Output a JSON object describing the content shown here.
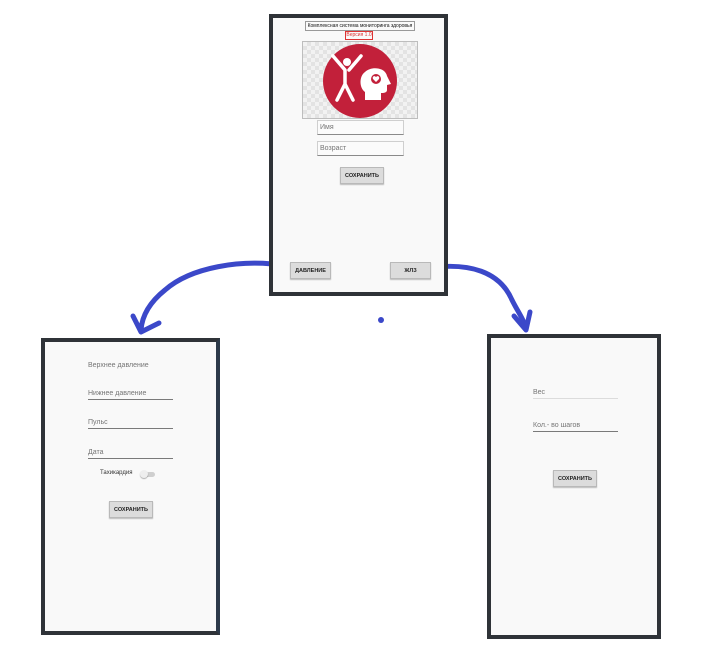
{
  "colors": {
    "arrow": "#3b48c9",
    "logo": "#c2203a",
    "frame": "#2f3338"
  },
  "main_screen": {
    "title": "Комплексная система мониторинга здоровья",
    "version": "Версия 1.0",
    "logo_icon": "health-logo-icon",
    "name_placeholder": "Имя",
    "age_placeholder": "Возраст",
    "save_label": "СОХРАНИТЬ",
    "pressure_button_label": "ДАВЛЕНИЕ",
    "steps_button_label": "ЖЛЗ"
  },
  "pressure_screen": {
    "upper_placeholder": "Верхнее давление",
    "lower_placeholder": "Нижнее давление",
    "pulse_placeholder": "Пульс",
    "date_placeholder": "Дата",
    "tachycardia_label": "Тахикардия",
    "tachycardia_on": false,
    "save_label": "СОХРАНИТЬ"
  },
  "steps_screen": {
    "weight_placeholder": "Вес",
    "steps_placeholder": "Кол.- во шагов",
    "save_label": "СОХРАНИТЬ"
  }
}
